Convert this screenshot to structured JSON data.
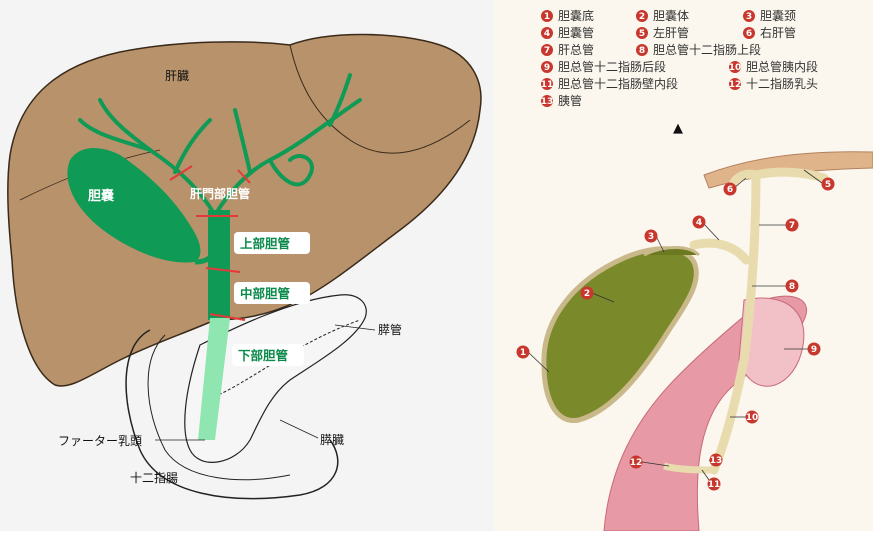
{
  "left": {
    "liver": "肝臓",
    "gallbladder": "胆嚢",
    "hilar_duct": "肝門部胆管",
    "upper_duct": "上部胆管",
    "middle_duct": "中部胆管",
    "lower_duct": "下部胆管",
    "pancreatic_duct": "膵管",
    "pancreas": "膵臓",
    "vater_papilla": "ファーター乳頭",
    "duodenum": "十二指腸"
  },
  "right": {
    "legend": [
      {
        "num": "1",
        "text": "胆囊底"
      },
      {
        "num": "2",
        "text": "胆囊体"
      },
      {
        "num": "3",
        "text": "胆囊颈"
      },
      {
        "num": "4",
        "text": "胆囊管"
      },
      {
        "num": "5",
        "text": "左肝管"
      },
      {
        "num": "6",
        "text": "右肝管"
      },
      {
        "num": "7",
        "text": "肝总管"
      },
      {
        "num": "8",
        "text": "胆总管十二指肠上段"
      },
      {
        "num": "9",
        "text": "胆总管十二指肠后段"
      },
      {
        "num": "10",
        "text": "胆总管胰内段"
      },
      {
        "num": "11",
        "text": "胆总管十二指肠壁内段"
      },
      {
        "num": "12",
        "text": "十二指肠乳头"
      },
      {
        "num": "13",
        "text": "胰管"
      }
    ],
    "arrow_icon": "▲",
    "callouts": [
      "1",
      "2",
      "3",
      "4",
      "5",
      "6",
      "7",
      "8",
      "9",
      "10",
      "11",
      "12",
      "13"
    ]
  },
  "colors": {
    "liver": "#b8926a",
    "bile_green": "#0f9a55",
    "light_green": "#8fe6b0",
    "badge_red": "#c8372d",
    "gallbladder_olive": "#7a8a2a",
    "vessel_pink": "#e79aa6"
  }
}
